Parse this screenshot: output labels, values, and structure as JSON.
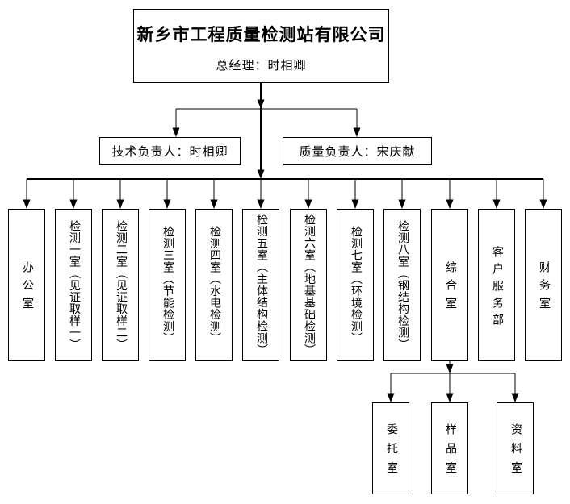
{
  "title_box": {
    "company_name": "新乡市工程质量检测站有限公司",
    "general_manager": "总经理：时相卿"
  },
  "leaders": [
    {
      "label": "技术负责人：时相卿"
    },
    {
      "label": "质量负责人：宋庆献"
    }
  ],
  "departments": [
    {
      "label": "办公室"
    },
    {
      "label": "检测一室（见证取样一）"
    },
    {
      "label": "检测二室（见证取样二）"
    },
    {
      "label": "检测三室（节能检测）"
    },
    {
      "label": "检测四室（水电检测）"
    },
    {
      "label": "检测五室（主体结构检测）"
    },
    {
      "label": "检测六室（地基基础检测）"
    },
    {
      "label": "检测七室（环境检测）"
    },
    {
      "label": "检测八室（钢结构检测）"
    },
    {
      "label": "综合室"
    },
    {
      "label": "客户服务部"
    },
    {
      "label": "财务室"
    }
  ],
  "sub_departments": [
    {
      "label": "委托室"
    },
    {
      "label": "样品室"
    },
    {
      "label": "资料室"
    }
  ],
  "colors": {
    "line": "#000000",
    "box_border": "#000000",
    "background": "#ffffff",
    "text": "#000000"
  }
}
